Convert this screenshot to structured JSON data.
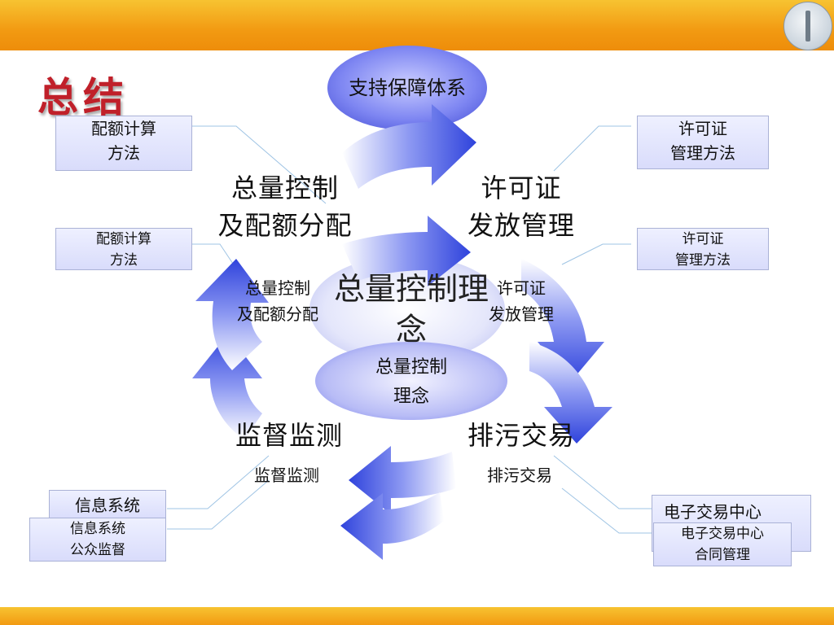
{
  "slide_title": "总结",
  "top_center": "支持保障体系",
  "center_big": "总量控制理念",
  "center_small": {
    "line1": "总量控制",
    "line2": "理念"
  },
  "main_labels": {
    "tl": {
      "line1": "总量控制",
      "line2": "及配额分配"
    },
    "tr": {
      "line1": "许可证",
      "line2": "发放管理"
    },
    "bl": "监督监测",
    "br": "排污交易"
  },
  "inner_labels": {
    "tl": {
      "line1": "总量控制",
      "line2": "及配额分配"
    },
    "tr": {
      "line1": "许可证",
      "line2": "发放管理"
    },
    "bl": "监督监测",
    "br": "排污交易"
  },
  "side_boxes": {
    "left_top": {
      "line1": "配额计算",
      "line2": "方法"
    },
    "left_mid": {
      "line1": "配额计算",
      "line2": "方法"
    },
    "left_bottom_back": "信息系统",
    "left_bottom_front": {
      "line1": "信息系统",
      "line2": "公众监督"
    },
    "right_top": {
      "line1": "许可证",
      "line2": "管理方法"
    },
    "right_mid": {
      "line1": "许可证",
      "line2": "管理方法"
    },
    "right_bottom_back": "电子交易中心",
    "right_bottom_front": {
      "line1": "电子交易中心",
      "line2": "合同管理"
    }
  },
  "colors": {
    "title": "#c0202a",
    "header_bar": "#f29a12",
    "arrow_blue": "#3a4ee0",
    "box_fill": "#dcdffb"
  }
}
